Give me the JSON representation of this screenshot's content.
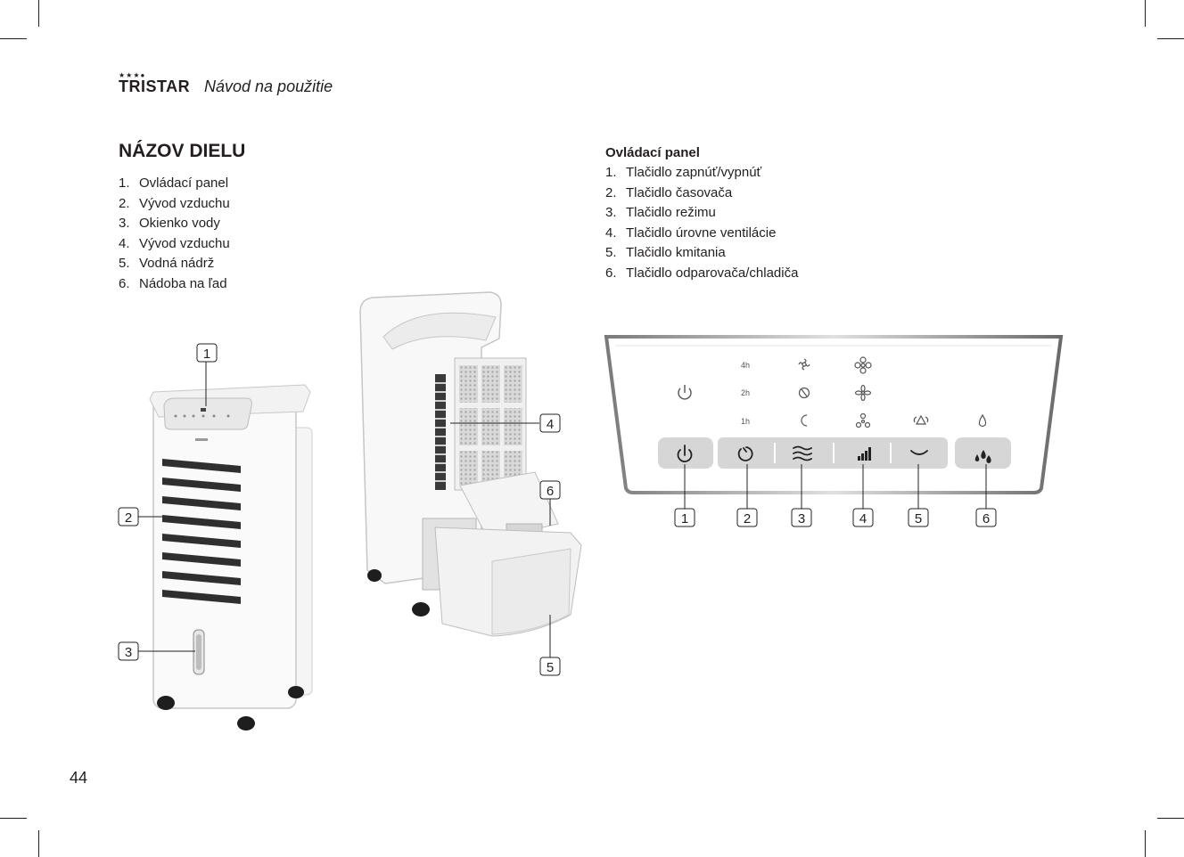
{
  "header": {
    "logo_stars": "★★★●",
    "logo_text": "TRISTAR",
    "title": "Návod na použitie"
  },
  "parts": {
    "title": "NÁZOV DIELU",
    "items": [
      {
        "num": "1.",
        "label": "Ovládací panel"
      },
      {
        "num": "2.",
        "label": "Vývod vzduchu"
      },
      {
        "num": "3.",
        "label": "Okienko vody"
      },
      {
        "num": "4.",
        "label": "Vývod vzduchu"
      },
      {
        "num": "5.",
        "label": "Vodná nádrž"
      },
      {
        "num": "6.",
        "label": "Nádoba na ľad"
      }
    ]
  },
  "control_panel": {
    "title": "Ovládací panel",
    "items": [
      {
        "num": "1.",
        "label": "Tlačidlo zapnúť/vypnúť"
      },
      {
        "num": "2.",
        "label": "Tlačidlo časovača"
      },
      {
        "num": "3.",
        "label": "Tlačidlo režimu"
      },
      {
        "num": "4.",
        "label": "Tlačidlo úrovne ventilácie"
      },
      {
        "num": "5.",
        "label": "Tlačidlo kmitania"
      },
      {
        "num": "6.",
        "label": "Tlačidlo odparovača/chladiča"
      }
    ],
    "timer_labels": [
      "4h",
      "2h",
      "1h"
    ]
  },
  "callouts": {
    "front_unit": [
      "1",
      "2",
      "3"
    ],
    "rear_unit": [
      "4",
      "6",
      "5"
    ],
    "panel": [
      "1",
      "2",
      "3",
      "4",
      "5",
      "6"
    ]
  },
  "page_number": "44"
}
